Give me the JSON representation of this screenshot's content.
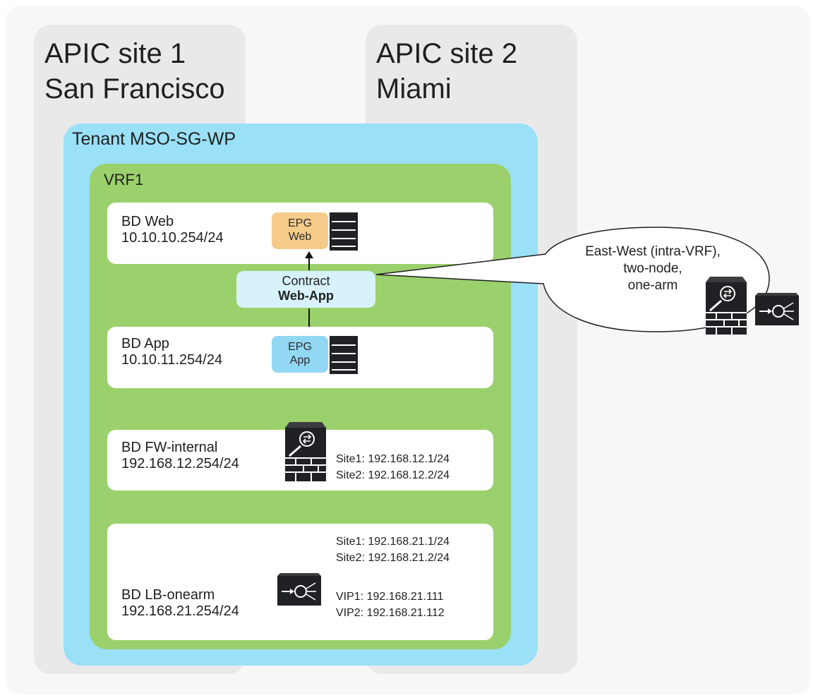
{
  "sites": [
    {
      "line1": "APIC site 1",
      "line2": "San Francisco"
    },
    {
      "line1": "APIC site 2",
      "line2": "Miami"
    }
  ],
  "tenant": {
    "title": "Tenant MSO-SG-WP"
  },
  "vrf": {
    "title": "VRF1"
  },
  "bds": {
    "web": {
      "name": "BD Web",
      "subnet": "10.10.10.254/24"
    },
    "app": {
      "name": "BD App",
      "subnet": "10.10.11.254/24"
    },
    "fw": {
      "name": "BD FW-internal",
      "subnet": "192.168.12.254/24",
      "site1": "Site1: 192.168.12.1/24",
      "site2": "Site2: 192.168.12.2/24"
    },
    "lb": {
      "name": "BD LB-onearm",
      "subnet": "192.168.21.254/24",
      "site1": "Site1: 192.168.21.1/24",
      "site2": "Site2: 192.168.21.2/24",
      "vip1": "VIP1: 192.168.21.111",
      "vip2": "VIP2: 192.168.21.112"
    }
  },
  "epgs": {
    "web": {
      "line1": "EPG",
      "line2": "Web"
    },
    "app": {
      "line1": "EPG",
      "line2": "App"
    }
  },
  "contract": {
    "line1": "Contract",
    "line2": "Web-App"
  },
  "callout": {
    "line1": "East-West (intra-VRF),",
    "line2": "two-node,",
    "line3": "one-arm"
  },
  "colors": {
    "outer_bg": "#f7f7f7",
    "site_bg": "#e9e9ea",
    "tenant_bg": "#9ae0f7",
    "vrf_bg": "#9bd16c",
    "epg_web": "#f6cb8a",
    "epg_app": "#92d7f3",
    "contract_bg": "#d7f2fb",
    "device_dark": "#1f2124"
  },
  "icons": [
    "server-icon",
    "firewall-icon",
    "load-balancer-icon",
    "arrow-icon"
  ]
}
